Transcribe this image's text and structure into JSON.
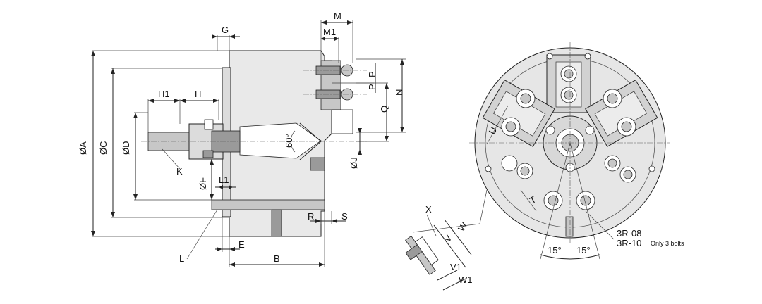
{
  "side_view": {
    "dims": {
      "G": "G",
      "M": "M",
      "M1": "M1",
      "H1": "H1",
      "H": "H",
      "P1": "P",
      "P2": "P",
      "N": "N",
      "Q": "Q",
      "A": "ØA",
      "C": "ØC",
      "D": "ØD",
      "angle": "60°",
      "J": "ØJ",
      "K": "K",
      "F": "ØF",
      "L1": "L1",
      "R": "R",
      "S": "S",
      "L": "L",
      "E": "E",
      "B": "B"
    }
  },
  "front_view": {
    "dims": {
      "U": "U",
      "T": "T",
      "X": "X",
      "W": "W",
      "V": "V",
      "V1": "V1",
      "W1": "W1",
      "ang1": "15°",
      "ang2": "15°",
      "model1": "3R-08",
      "model2": "3R-10",
      "note": "Only 3 bolts"
    }
  }
}
